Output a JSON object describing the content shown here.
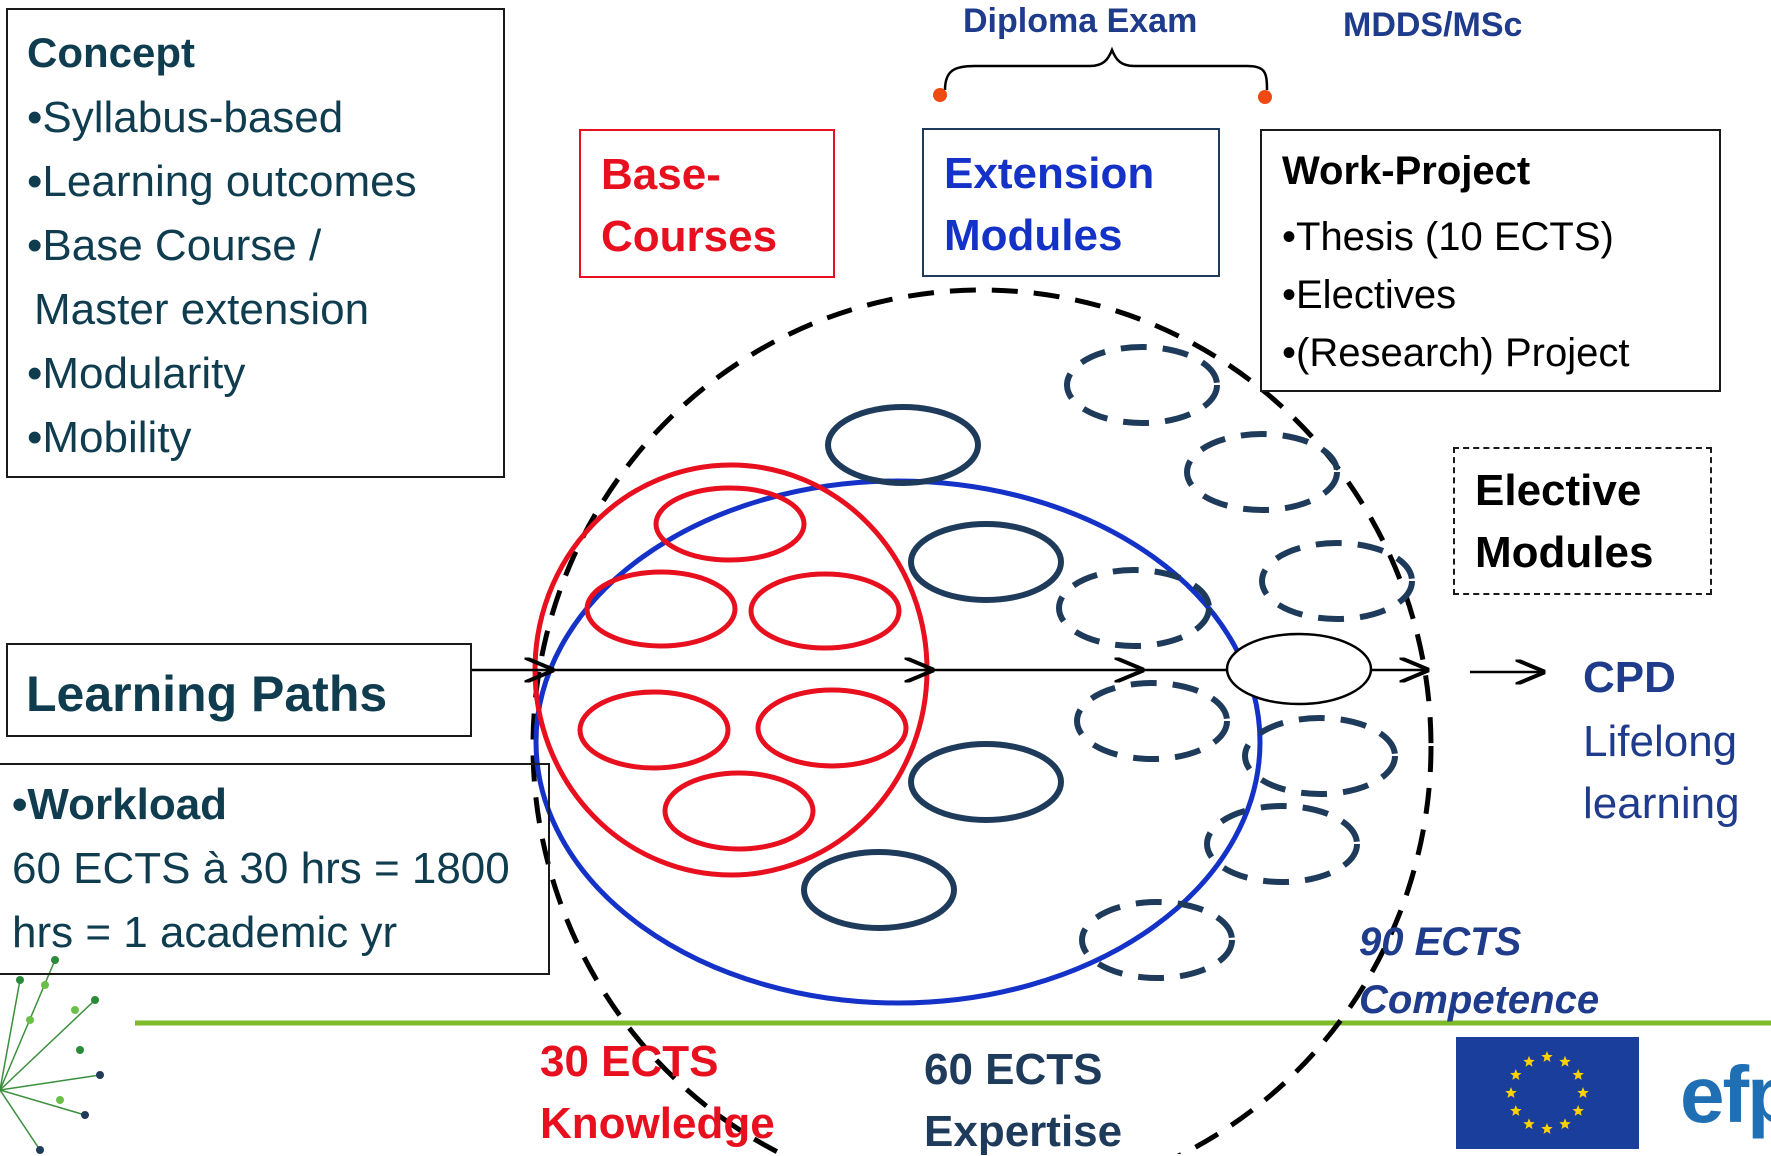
{
  "concept": {
    "title": "Concept",
    "items": [
      "•Syllabus-based",
      "•Learning outcomes",
      "•Base Course /",
      " Master extension",
      "•Modularity",
      "•Mobility"
    ]
  },
  "learning_paths": {
    "label": "Learning Paths"
  },
  "workload": {
    "title": "•Workload",
    "line1": "60 ECTS à 30 hrs = 1800",
    "line2": "hrs = 1 academic yr"
  },
  "base_courses": {
    "line1": "Base-",
    "line2": "Courses"
  },
  "extension_modules": {
    "line1": "Extension",
    "line2": "Modules"
  },
  "diploma_exam": "Diploma Exam",
  "mdds_msc": "MDDS/MSc",
  "work_project": {
    "title": "Work-Project",
    "items": [
      "•Thesis (10 ECTS)",
      "•Electives",
      "•(Research) Project"
    ]
  },
  "elective_modules": {
    "line1": "Elective",
    "line2": "Modules"
  },
  "cpd": {
    "title": "CPD",
    "line1": "Lifelong",
    "line2": "learning"
  },
  "ects_30": {
    "value": "30 ECTS",
    "label": "Knowledge"
  },
  "ects_60": {
    "value": "60 ECTS",
    "label": "Expertise"
  },
  "ects_90": {
    "value": "90 ECTS",
    "label": "Competence"
  },
  "logo_text": "efp",
  "colors": {
    "red": "#e8101e",
    "blue": "#1432c8",
    "navy": "#1f3b5c",
    "teal": "#0f3d4f",
    "green": "#7dbb2a",
    "eu_blue": "#1a3e9c",
    "eu_star": "#ffd200"
  }
}
